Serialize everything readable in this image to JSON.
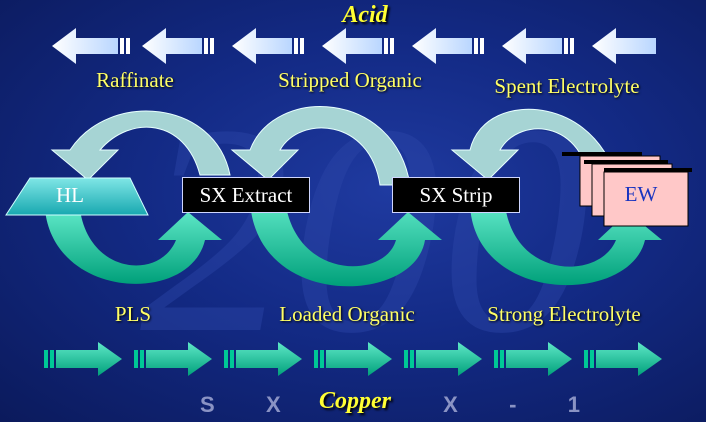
{
  "title_top": "Acid",
  "title_bottom": "Copper",
  "watermark": "200",
  "footer_chars": [
    "S",
    "X",
    "X",
    "-",
    "1"
  ],
  "stream_labels": {
    "raffinate": "Raffinate",
    "stripped_organic": "Stripped Organic",
    "spent_electrolyte": "Spent Electrolyte",
    "pls": "PLS",
    "loaded_organic": "Loaded Organic",
    "strong_electrolyte": "Strong Electrolyte"
  },
  "units": {
    "hl": "HL",
    "sx_extract": "SX Extract",
    "sx_strip": "SX Strip",
    "ew": "EW"
  },
  "colors": {
    "background": "#132a85",
    "label_yellow": "#ffff66",
    "arrow_teal": "#00c896",
    "arrow_light": "#e8f4ff",
    "curl_pale": "#a6d4d4",
    "ew_pink": "#ffc8c8"
  }
}
